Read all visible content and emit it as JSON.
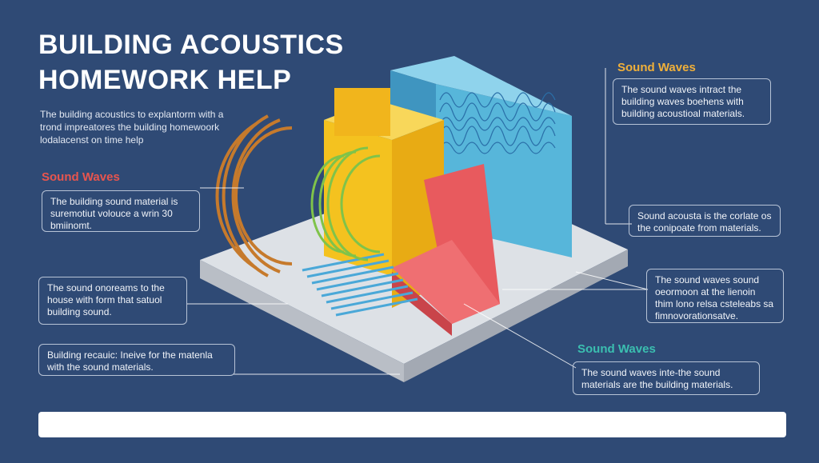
{
  "title": {
    "line1": "BUILDING ACOUSTICS",
    "line2": "HOMEWORK    HELP"
  },
  "intro": "The building acoustics to explantorm with a trond impreatores the building homewoork lodalacenst on time help",
  "left": {
    "heading": "Sound Waves",
    "box1": "The building sound material is suremotiut volouce a wrin 30 bmiinomt.",
    "box2": "The sound onoreams to the house with form that satuol building sound.",
    "box3": "Building recauic: Ineive for the matenla with the sound materials."
  },
  "right": {
    "heading_top": "Sound Waves",
    "box_top": "The sound waves intract the building waves boehens with building acoustioal materials.",
    "box_mid": "Sound acousta is the corlate os the conipoate from materials.",
    "box_lower": "The sound waves sound oeormoon at the lienoin thim lono relsa csteleabs sa fimnovorationsatve.",
    "heading_bottom": "Sound Waves",
    "box_bottom": "The sound waves inte-the sound materials are the building materials."
  },
  "colors": {
    "background": "#2f4a75",
    "heading_red": "#e8554e",
    "heading_orange": "#f0b03a",
    "heading_teal": "#3bbfb0",
    "panel_blue": "#4fb3d6",
    "panel_yellow": "#f3c01e",
    "panel_red": "#e85a5e",
    "base_gray": "#dcdfe3",
    "waves_orange": "#c67a2c",
    "waves_green": "#7fc34a",
    "slats_blue": "#4aa8d8"
  }
}
